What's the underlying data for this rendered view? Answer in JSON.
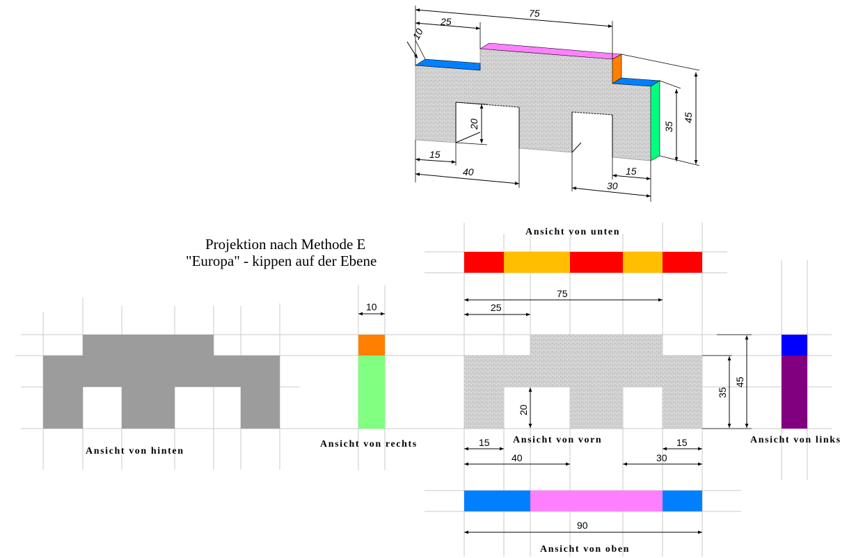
{
  "title": {
    "line1": "Projektion nach Methode E",
    "line2": "\"Europa\" - kippen auf der Ebene"
  },
  "views": {
    "bottom": "Ansicht von unten",
    "back": "Ansicht von hinten",
    "right": "Ansicht von rechts",
    "front": "Ansicht von vorn",
    "left": "Ansicht von links",
    "top": "Ansicht von oben"
  },
  "iso_dims": {
    "d75": "75",
    "d25": "25",
    "d10": "10",
    "d20": "20",
    "d15a": "15",
    "d40": "40",
    "d35": "35",
    "d45": "45",
    "d15b": "15",
    "d30": "30"
  },
  "ortho_dims": {
    "top75": "75",
    "top25": "25",
    "right10": "10",
    "front20": "20",
    "front35": "35",
    "front45": "45",
    "bot15a": "15",
    "bot15b": "15",
    "bot40": "40",
    "bot30": "30",
    "top_view90": "90"
  },
  "colors": {
    "solid_gray": "#9c9c9c",
    "speckle_gray": "#cfcfcf",
    "blue": "#0080ff",
    "pink": "#ff80ff",
    "orange": "#ff8000",
    "green": "#00ff80",
    "light_green": "#80ff80",
    "red": "#ff0000",
    "amber": "#ffbf00",
    "pure_blue": "#0000ff",
    "purple": "#800080"
  }
}
